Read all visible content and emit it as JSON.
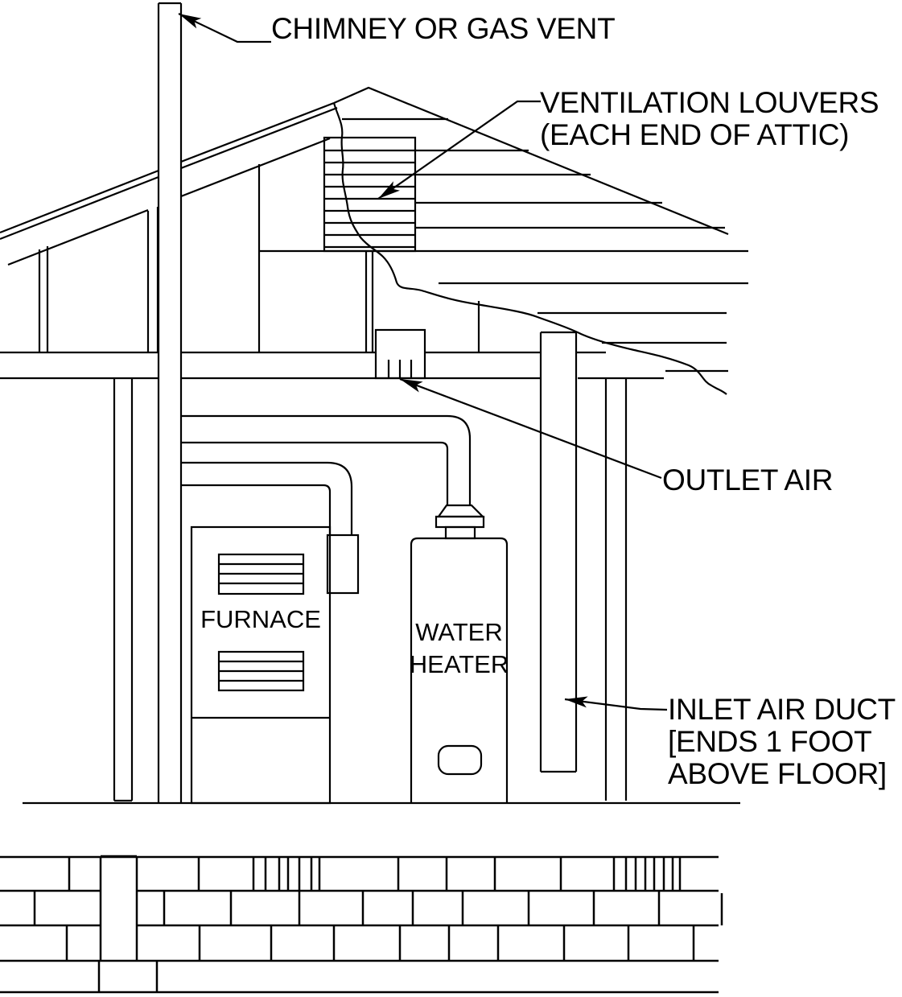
{
  "diagram": {
    "labels": {
      "chimney": "CHIMNEY OR GAS VENT",
      "ventilation_line1": "VENTILATION LOUVERS",
      "ventilation_line2": "(EACH END OF ATTIC)",
      "outlet_air": "OUTLET AIR",
      "inlet_line1": "INLET AIR DUCT",
      "inlet_line2": "[ENDS 1 FOOT",
      "inlet_line3": "ABOVE FLOOR]",
      "furnace": "FURNACE",
      "water_heater_line1": "WATER",
      "water_heater_line2": "HEATER"
    },
    "colors": {
      "line": "#000000",
      "background": "#ffffff"
    }
  }
}
